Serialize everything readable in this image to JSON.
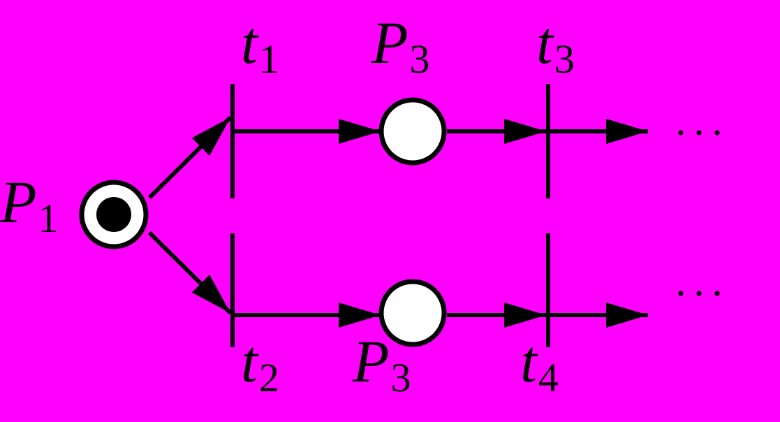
{
  "colors": {
    "background": "#ff00ff",
    "stroke": "#000000",
    "place_fill": "#ffffff",
    "token": "#000000"
  },
  "places": [
    {
      "id": "p1",
      "letter": "P",
      "sub": "1",
      "tokens": 1
    },
    {
      "id": "p3-top",
      "letter": "P",
      "sub": "3",
      "tokens": 0
    },
    {
      "id": "p3-bottom",
      "letter": "P",
      "sub": "3",
      "tokens": 0
    }
  ],
  "transitions": [
    {
      "id": "t1",
      "letter": "t",
      "sub": "1"
    },
    {
      "id": "t2",
      "letter": "t",
      "sub": "2"
    },
    {
      "id": "t3",
      "letter": "t",
      "sub": "3"
    },
    {
      "id": "t4",
      "letter": "t",
      "sub": "4"
    }
  ],
  "continuation": {
    "top": "···",
    "bottom": "···"
  }
}
